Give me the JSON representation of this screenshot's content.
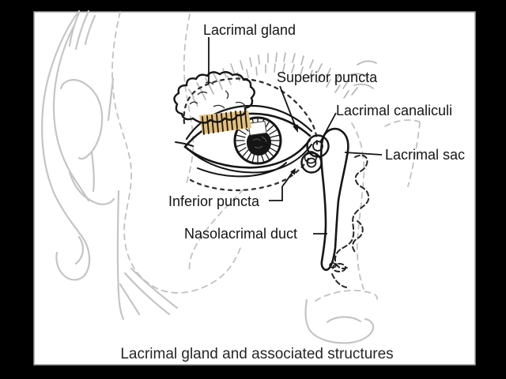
{
  "figure": {
    "labels": {
      "lacrimal_gland": "Lacrimal gland",
      "superior_puncta": "Superior puncta",
      "lacrimal_canaliculi": "Lacrimal canaliculi",
      "lacrimal_sac": "Lacrimal sac",
      "inferior_puncta": "Inferior puncta",
      "nasolacrimal_duct": "Nasolacrimal duct"
    },
    "caption": "Lacrimal gland and associated structures",
    "colors": {
      "structure_highlight": "#E5C07A",
      "outline": "#161616",
      "face_line": "#C5C5C5",
      "canvas": "#FFFFFF",
      "letterbox": "#000000"
    }
  }
}
